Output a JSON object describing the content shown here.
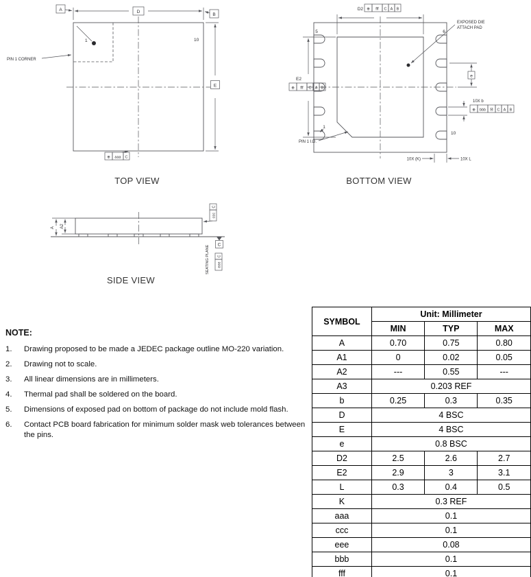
{
  "views": {
    "top": {
      "title": "TOP VIEW",
      "pin1_corner_label": "PIN 1 CORNER",
      "pin1": "1",
      "pin10": "10",
      "datum_a": "A",
      "datum_b": "B",
      "dim_d": "D",
      "dim_e": "E",
      "frame": [
        "⊕",
        "aaa",
        "C"
      ]
    },
    "bottom": {
      "title": "BOTTOM VIEW",
      "dim_d2": "D2",
      "d2_frame": [
        "⊕",
        "fff",
        "C",
        "A",
        "B"
      ],
      "dim_e2": "E2",
      "e2_frame": [
        "⊕",
        "fff",
        "C",
        "A",
        "B"
      ],
      "exposed_line1": "EXPOSED DIE",
      "exposed_line2": "ATTACH PAD",
      "pin5": "5",
      "pin6": "6",
      "pin1": "1",
      "pin10": "10",
      "pitch_e": "e",
      "b_label": "10X b",
      "b_frame": [
        "⊕",
        "bbb",
        "Ⓜ",
        "C",
        "A",
        "B"
      ],
      "k_label": "10X (K)",
      "l_label": "10X L",
      "pin1_id_label": "PIN 1 I.D."
    },
    "side": {
      "title": "SIDE VIEW",
      "dim_a": "A",
      "dim_a2": "A2",
      "top_frame": [
        "ccc",
        "C"
      ],
      "seating_frame": [
        "eee",
        "C"
      ],
      "seating_plane_label": "SEATING PLANE",
      "datum_c": "C"
    }
  },
  "notes": {
    "heading": "NOTE:",
    "items": [
      {
        "num": "1.",
        "text": "Drawing proposed to be made a JEDEC package outline MO-220 variation."
      },
      {
        "num": "2.",
        "text": "Drawing not to scale."
      },
      {
        "num": "3.",
        "text": "All linear dimensions are in millimeters."
      },
      {
        "num": "4.",
        "text": "Thermal pad shall be soldered on the board."
      },
      {
        "num": "5.",
        "text": "Dimensions of exposed pad on bottom of package do not include mold flash."
      },
      {
        "num": "6.",
        "text": "Contact PCB board fabrication for minimum solder mask web tolerances between the pins."
      }
    ]
  },
  "table": {
    "symbol_header": "SYMBOL",
    "unit_header": "Unit: Millimeter",
    "col_headers": [
      "MIN",
      "TYP",
      "MAX"
    ],
    "rows": [
      {
        "symbol": "A",
        "min": "0.70",
        "typ": "0.75",
        "max": "0.80"
      },
      {
        "symbol": "A1",
        "min": "0",
        "typ": "0.02",
        "max": "0.05"
      },
      {
        "symbol": "A2",
        "min": "---",
        "typ": "0.55",
        "max": "---"
      },
      {
        "symbol": "A3",
        "span": "0.203 REF"
      },
      {
        "symbol": "b",
        "min": "0.25",
        "typ": "0.3",
        "max": "0.35"
      },
      {
        "symbol": "D",
        "span": "4 BSC"
      },
      {
        "symbol": "E",
        "span": "4 BSC"
      },
      {
        "symbol": "e",
        "span": "0.8 BSC"
      },
      {
        "symbol": "D2",
        "min": "2.5",
        "typ": "2.6",
        "max": "2.7"
      },
      {
        "symbol": "E2",
        "min": "2.9",
        "typ": "3",
        "max": "3.1"
      },
      {
        "symbol": "L",
        "min": "0.3",
        "typ": "0.4",
        "max": "0.5"
      },
      {
        "symbol": "K",
        "span": "0.3 REF"
      },
      {
        "symbol": "aaa",
        "span": "0.1"
      },
      {
        "symbol": "ccc",
        "span": "0.1"
      },
      {
        "symbol": "eee",
        "span": "0.08"
      },
      {
        "symbol": "bbb",
        "span": "0.1"
      },
      {
        "symbol": "fff",
        "span": "0.1"
      }
    ]
  }
}
